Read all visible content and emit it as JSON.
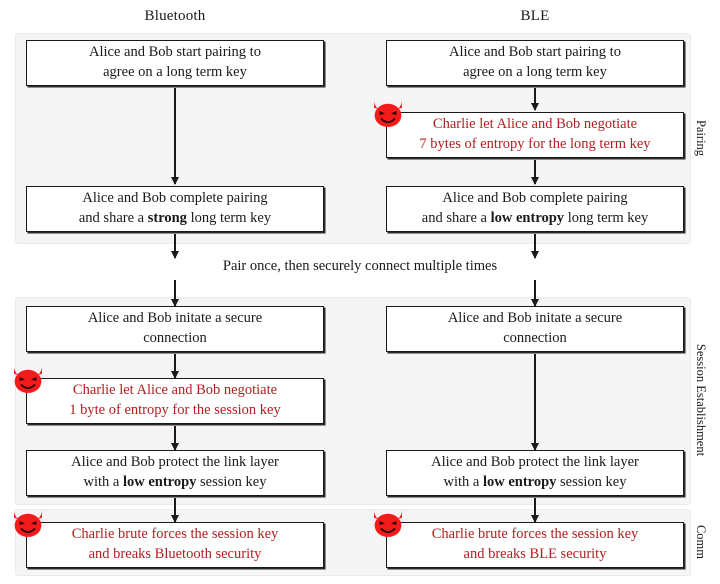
{
  "headers": {
    "left": "Bluetooth",
    "right": "BLE"
  },
  "phases": [
    {
      "id": "pairing",
      "label": "Pairing"
    },
    {
      "id": "session",
      "label": "Session Establishment"
    },
    {
      "id": "comm",
      "label": "Comm"
    }
  ],
  "mid_caption": "Pair once, then securely connect multiple times",
  "colors": {
    "attack_text": "#b02020",
    "devil_red": "#f51b1b",
    "panel_bg": "#f5f5f5",
    "box_border": "#1a1a1a"
  },
  "icons": {
    "devil": "devil-face-icon"
  },
  "boxes": {
    "bt_pair_start": {
      "line1": "Alice and Bob start pairing to",
      "line2": "agree on a long term key"
    },
    "bt_pair_done": {
      "line1": "Alice and Bob complete pairing",
      "line2_pre": "and share a ",
      "line2_emph": "strong",
      "line2_post": " long term key"
    },
    "ble_pair_start": {
      "line1": "Alice and Bob start pairing to",
      "line2": "agree on a long term key"
    },
    "ble_pair_attack": {
      "line1": "Charlie let Alice and Bob negotiate",
      "line2": "7 bytes of entropy for the long term key"
    },
    "ble_pair_done": {
      "line1": "Alice and Bob complete pairing",
      "line2_pre": "and share a ",
      "line2_emph": "low entropy",
      "line2_post": " long term key"
    },
    "bt_sess_init": {
      "line1": "Alice and Bob initate a secure",
      "line2": "connection"
    },
    "bt_sess_attack": {
      "line1": "Charlie let Alice and Bob negotiate",
      "line2": "1 byte of entropy for the session key"
    },
    "bt_sess_protect": {
      "line1": "Alice and Bob protect the link layer",
      "line2_pre": "with a ",
      "line2_emph": "low entropy",
      "line2_post": " session key"
    },
    "ble_sess_init": {
      "line1": "Alice and Bob initate a secure",
      "line2": "connection"
    },
    "ble_sess_protect": {
      "line1": "Alice and Bob protect the link layer",
      "line2_pre": "with a ",
      "line2_emph": "low entropy",
      "line2_post": " session key"
    },
    "bt_comm_break": {
      "line1": "Charlie brute forces the session key",
      "line2": "and breaks Bluetooth security"
    },
    "ble_comm_break": {
      "line1": "Charlie brute forces the session key",
      "line2": "and breaks BLE security"
    }
  }
}
